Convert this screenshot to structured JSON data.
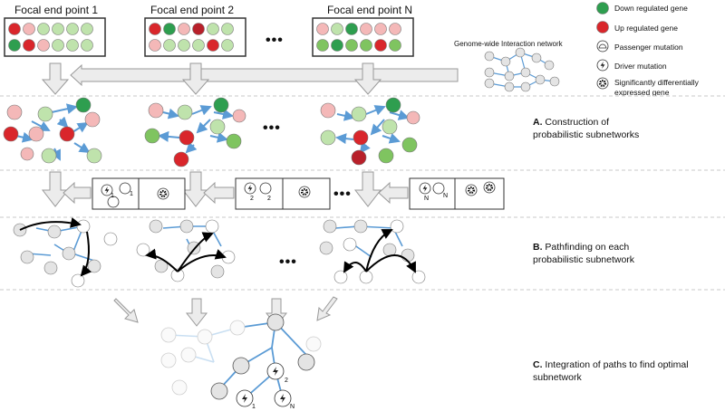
{
  "headers": {
    "focal1": "Focal end point 1",
    "focal2": "Focal end point 2",
    "focalN": "Focal end point N"
  },
  "legend": {
    "down": "Down regulated gene",
    "up": "Up regulated gene",
    "passenger": "Passenger mutation",
    "driver": "Driver mutation",
    "deg_line1": "Significantly differentially",
    "deg_line2": "expressed gene"
  },
  "network_caption": "Genome-wide Interaction network",
  "sections": {
    "a_letter": "A.",
    "a_line1": " Construction of",
    "a_line2": "probabilistic subnetworks",
    "b_letter": "B.",
    "b_line1": " Pathfinding on each",
    "b_line2": "probabilistic subnetwork",
    "c_letter": "C.",
    "c_line1": " Integration of paths to find optimal",
    "c_line2": "subnetwork"
  },
  "ellipsis": "•••",
  "mutation_labels": {
    "one": "1",
    "two": "2",
    "n": "N"
  },
  "colors": {
    "dark_green": "#2e9e4f",
    "light_green": "#bfe3ac",
    "mid_green": "#7fc460",
    "dark_red": "#d9262b",
    "light_red": "#f4b8b8",
    "pink": "#f2a6a8",
    "edge_blue": "#5b9bd5",
    "grey_node": "#e4e4e4",
    "arrow_fill": "#ececec"
  }
}
